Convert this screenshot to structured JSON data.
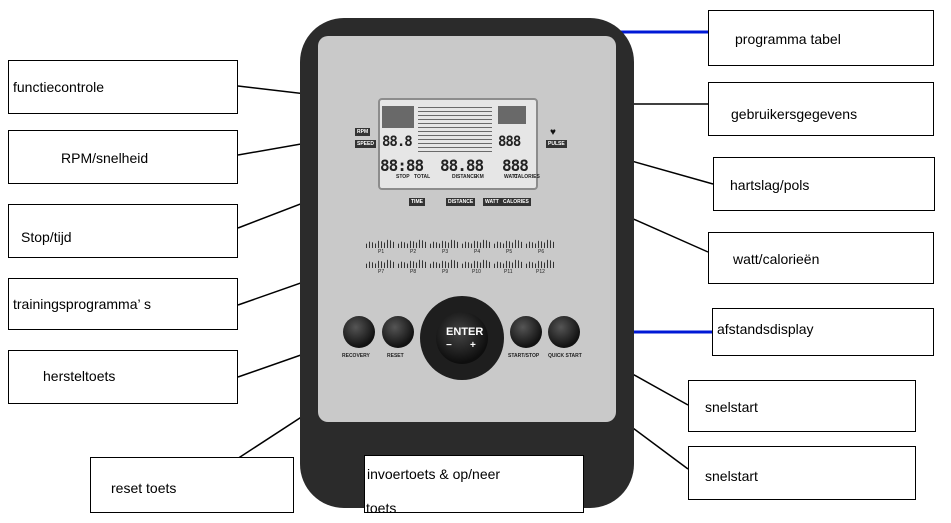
{
  "callouts": {
    "functiecontrole": "functiecontrole",
    "rpm": "RPM/snelheid",
    "stop_tijd": "Stop/tijd",
    "programmas": "trainingsprogramma’ s",
    "hersteltoets": "hersteltoets",
    "reset": "reset toets",
    "invoertoets_line1": "invoertoets & op/neer",
    "invoertoets_line2": "toets",
    "programma_tabel": "programma tabel",
    "gebruikers": "gebruikersgegevens",
    "hartslag": "hartslag/pols",
    "watt": "watt/calorieën",
    "afstand": "afstandsdisplay",
    "snelstart_1": "snelstart",
    "snelstart_2": "snelstart"
  },
  "console": {
    "rpm": "RPM",
    "speed": "SPEED",
    "pulse": "PULSE",
    "time": "TIME",
    "distance": "DISTANCE",
    "watt": "WATT",
    "calories": "CALORIES",
    "enter": "ENTER",
    "minus": "−",
    "plus": "+",
    "recovery": "RECOVERY",
    "reset": "RESET",
    "start_stop": "START/STOP",
    "quick_start": "QUICK START",
    "lcd_rpm_value": "88.8",
    "lcd_time_value": "88:88",
    "lcd_distance_value": "88.88",
    "lcd_watt_value": "888",
    "lcd_pulse_value": "888",
    "lcd_stop": "STOP",
    "lcd_total": "TOTAL",
    "lcd_distance": "DISTANCE",
    "lcd_km": "KM",
    "lcd_watt": "WATT",
    "lcd_calories": "CALORIES",
    "programs": [
      "P1",
      "P2",
      "P3",
      "P4",
      "P5",
      "P6",
      "P7",
      "P8",
      "P9",
      "P10",
      "P11",
      "P12"
    ]
  },
  "colors": {
    "console_body": "#2b2b2b",
    "panel": "#c9c9c9",
    "lead_line": "#000000",
    "highlight_line": "#0018d6"
  }
}
